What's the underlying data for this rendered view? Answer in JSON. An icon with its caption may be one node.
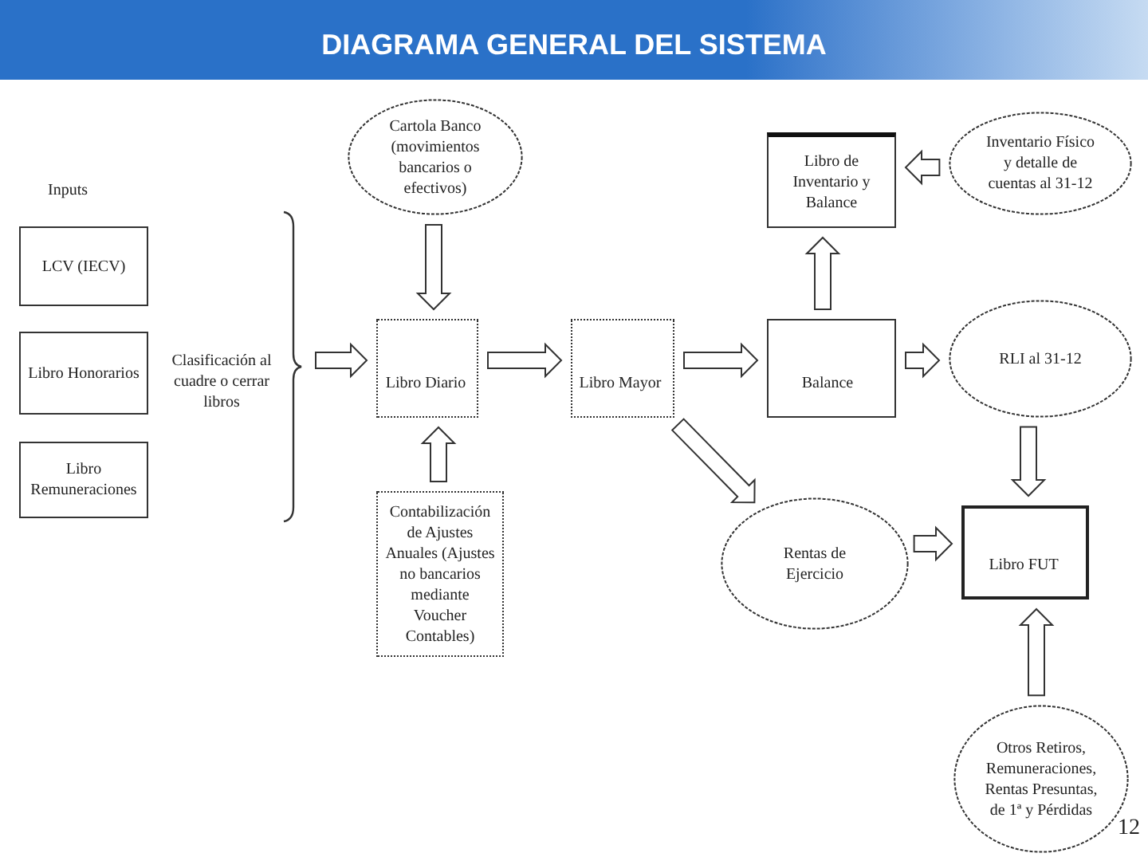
{
  "diagram": {
    "title": "DIAGRAMA GENERAL DEL SISTEMA",
    "nodes": [
      {
        "text": [
          "Cartola Banco (movimientos bancarios o efectivos)"
        ]
      },
      {
        "text": [
          "Libro de Inventario y Balance"
        ]
      },
      {
        "text": [
          "Inventario Físico y detalle de cuentas al 31-12"
        ]
      },
      {
        "text": [
          "LCV (IECV)"
        ]
      },
      {
        "text": [
          "Libro Diario"
        ]
      },
      {
        "text": [
          "Libro Mayor"
        ]
      },
      {
        "text": [
          "Balance"
        ]
      },
      {
        "text": [
          "RLI al 31-12"
        ]
      },
      {
        "text": [
          "Libro Honorarios"
        ]
      },
      {
        "text": [
          "Libro Remuneraciones"
        ]
      },
      {
        "text": [
          "Contabilización de Ajustes Anuales (Ajustes no bancarios mediante Voucher Contables)"
        ]
      },
      {
        "text": [
          "Rentas de Ejercicio"
        ]
      },
      {
        "text": [
          "Libro FUT"
        ]
      },
      {
        "text": [
          "Otros Retiros, Remuneraciones, Rentas Presuntas, de 1ª y Pérdidas"
        ]
      }
    ],
    "edges": [
      {
        "from": null,
        "to": 4,
        "arrow": "to"
      },
      {
        "from": 0,
        "to": 4,
        "arrow": "to"
      },
      {
        "from": 10,
        "to": 4,
        "arrow": "to"
      },
      {
        "from": 4,
        "to": 5,
        "arrow": "to"
      },
      {
        "from": 5,
        "to": 6,
        "arrow": "to"
      },
      {
        "from": 6,
        "to": 1,
        "arrow": "to"
      },
      {
        "from": 2,
        "to": 1,
        "arrow": "to"
      },
      {
        "from": 6,
        "to": 7,
        "arrow": "to"
      },
      {
        "from": 7,
        "to": 12,
        "arrow": "to"
      },
      {
        "from": 5,
        "to": 11,
        "arrow": "to"
      },
      {
        "from": 11,
        "to": 12,
        "arrow": "to"
      },
      {
        "from": 13,
        "to": 12,
        "arrow": "to"
      }
    ],
    "labels": [
      "Inputs",
      "Clasificación al cuadre o cerrar libros",
      "12"
    ]
  }
}
